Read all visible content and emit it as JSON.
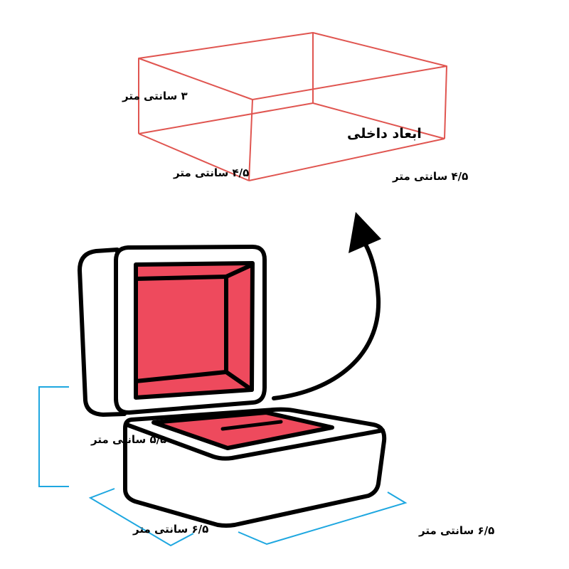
{
  "labels": {
    "inner_title": "ابعاد داخلی",
    "inner_height": "۳ سانتی متر",
    "inner_depth": "۴/۵ سانتی متر",
    "inner_width": "۴/۵ سانتی متر",
    "outer_height": "۵/۵ سانتی متر",
    "outer_depth": "۶/۵ سانتی متر",
    "outer_width": "۶/۵ سانتی متر"
  },
  "colors": {
    "wireframe": "#e05550",
    "velvet": "#ee4a5d",
    "dimension": "#1ea7e0",
    "outline": "#000000",
    "box_fill": "#ffffff"
  }
}
